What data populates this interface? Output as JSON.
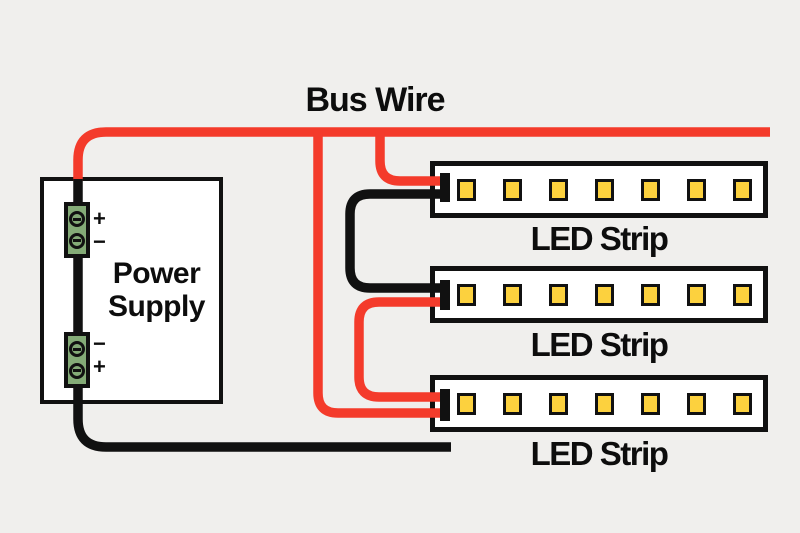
{
  "title": "Bus Wire",
  "power_supply": {
    "label_lines": [
      "Power",
      "Supply"
    ],
    "terminal_blocks": [
      {
        "screw_labels": [
          "+",
          "−"
        ]
      },
      {
        "screw_labels": [
          "−",
          "+"
        ]
      }
    ]
  },
  "led_strips": [
    {
      "label": "LED Strip",
      "led_count": 7
    },
    {
      "label": "LED Strip",
      "led_count": 7
    },
    {
      "label": "LED Strip",
      "led_count": 7
    }
  ],
  "colors": {
    "background": "#f0efed",
    "wire_red": "#f43b2b",
    "wire_black": "#111111",
    "led_yellow": "#fcd13e",
    "terminal_green": "#84ab77",
    "strip_white": "#ffffff",
    "text_black": "#0d0d0d"
  }
}
